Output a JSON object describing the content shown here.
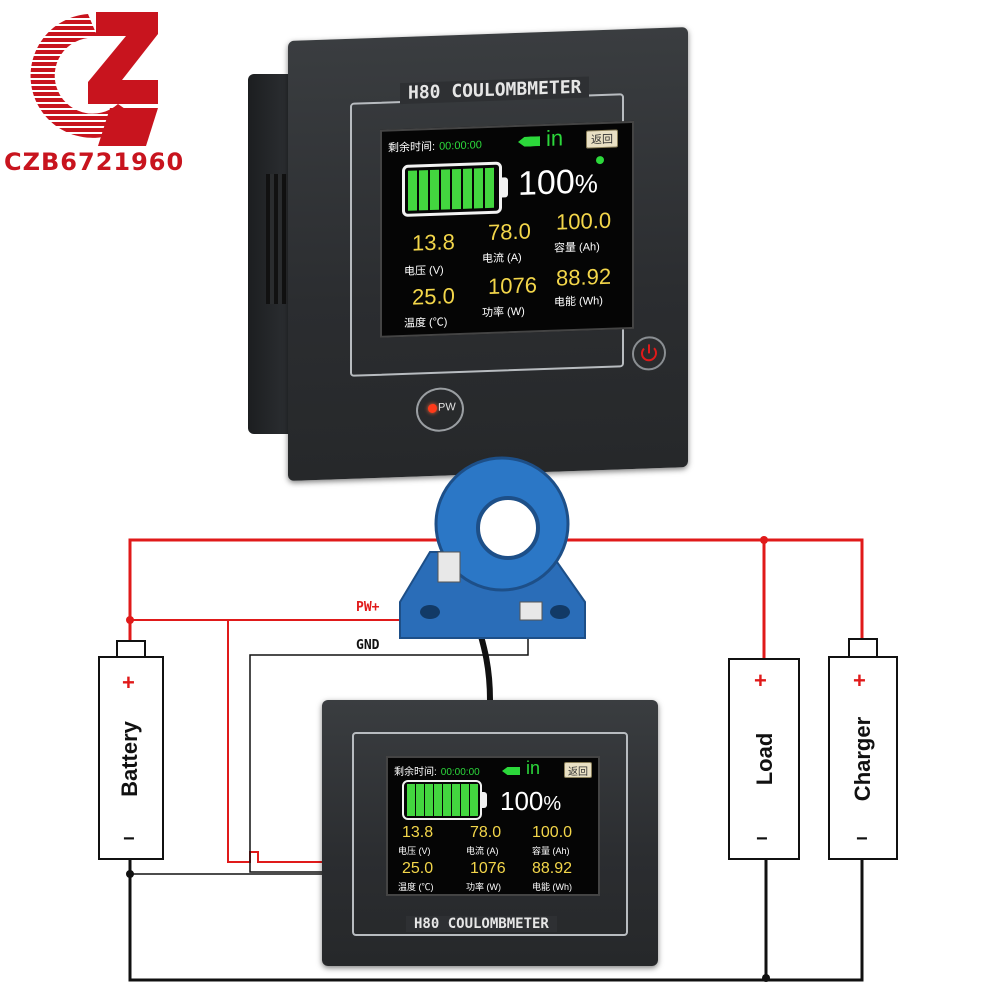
{
  "brand": {
    "logo_text": "CZB6721960",
    "color": "#c8141e"
  },
  "meter_top": {
    "title": "H80 COULOMBMETER",
    "remaining_label": "剩余时间:",
    "remaining_time": "00:00:00",
    "direction": "in",
    "back_button": "返回",
    "percent": "100",
    "percent_unit": "%",
    "readings": [
      {
        "value": "13.8",
        "label": "电压 (V)"
      },
      {
        "value": "78.0",
        "label": "电流 (A)"
      },
      {
        "value": "100.0",
        "label": "容量 (Ah)"
      },
      {
        "value": "25.0",
        "label": "温度 (℃)"
      },
      {
        "value": "1076",
        "label": "功率 (W)"
      },
      {
        "value": "88.92",
        "label": "电能 (Wh)"
      }
    ],
    "pw_button": "PW",
    "battery_level": 1.0
  },
  "meter_bottom": {
    "title": "H80 COULOMBMETER",
    "remaining_label": "剩余时间:",
    "remaining_time": "00:00:00",
    "direction": "in",
    "back_button": "返回",
    "percent": "100",
    "percent_unit": "%",
    "readings": [
      {
        "value": "13.8",
        "label": "电压 (V)"
      },
      {
        "value": "78.0",
        "label": "电流 (A)"
      },
      {
        "value": "100.0",
        "label": "容量 (Ah)"
      },
      {
        "value": "25.0",
        "label": "温度 (℃)"
      },
      {
        "value": "1076",
        "label": "功率 (W)"
      },
      {
        "value": "88.92",
        "label": "电能 (Wh)"
      }
    ],
    "battery_level": 1.0
  },
  "wiring": {
    "pw_label": "PW+",
    "gnd_label": "GND",
    "positive_color": "#e01a1a",
    "negative_color": "#111111"
  },
  "components": {
    "battery": {
      "label": "Battery",
      "plus": "+",
      "minus": "−"
    },
    "load": {
      "label": "Load",
      "plus": "+",
      "minus": "−"
    },
    "charger": {
      "label": "Charger",
      "plus": "+",
      "minus": "−"
    }
  }
}
